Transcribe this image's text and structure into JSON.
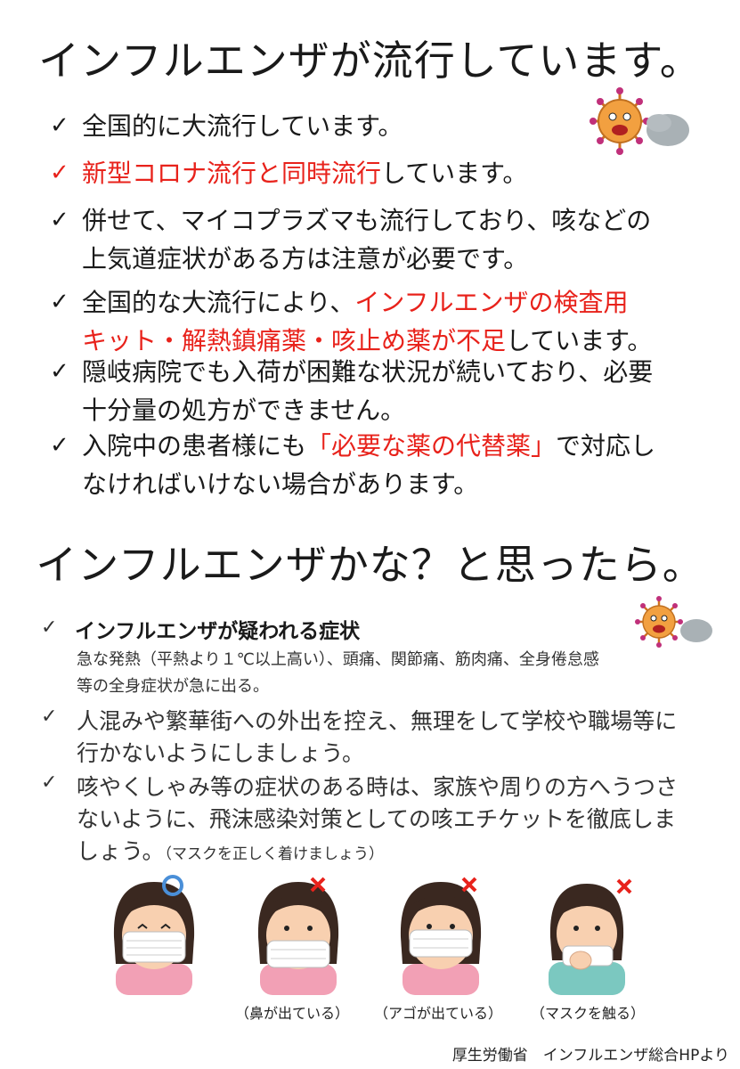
{
  "title1": "インフルエンザが流行しています。",
  "items1": [
    {
      "a": "全国的に大流行しています。"
    },
    {
      "red": "新型コロナ流行と同時流行",
      "b": "しています。"
    },
    {
      "l1": "併せて、マイコプラズマも流行しており、咳などの",
      "l2": "上気道症状がある方は注意が必要です。"
    },
    {
      "a": "全国的な大流行により、",
      "red1": "インフルエンザの検査用",
      "red2": "キット・解熱鎮痛薬・咳止め薬が不足",
      "b": "しています。"
    },
    {
      "l1": "隠岐病院でも入荷が困難な状況が続いており、必要",
      "l2": "十分量の処方ができません。"
    },
    {
      "a": "入院中の患者様にも",
      "red": "「必要な薬の代替薬」",
      "b": "で対応し",
      "l2": "なければいけない場合があります。"
    }
  ],
  "title2": "インフルエンザかな？と思ったら。",
  "items2": [
    {
      "head": "インフルエンザが疑われる症状",
      "s1": "急な発熱（平熱より１℃以上高い）、頭痛、関節痛、筋肉痛、全身倦怠感",
      "s2": "等の全身症状が急に出る。"
    },
    {
      "l1": "人混みや繁華街への外出を控え、無理をして学校や職場等に",
      "l2": "行かないようにしましょう。"
    },
    {
      "l1": "咳やくしゃみ等の症状のある時は、家族や周りの方へうつさ",
      "l2": "ないように、飛沫感染対策としての咳エチケットを徹底しま",
      "l3": "しょう。",
      "small": "（マスクを正しく着けましょう）"
    }
  ],
  "check": "✓",
  "captions": [
    "（鼻が出ている）",
    "（アゴが出ている）",
    "（マスクを触る）"
  ],
  "footer": "厚生労働省　インフルエンザ総合HPより",
  "colors": {
    "accent": "#e8221b",
    "ok": "#4a8fd8",
    "ng": "#e8221b"
  }
}
